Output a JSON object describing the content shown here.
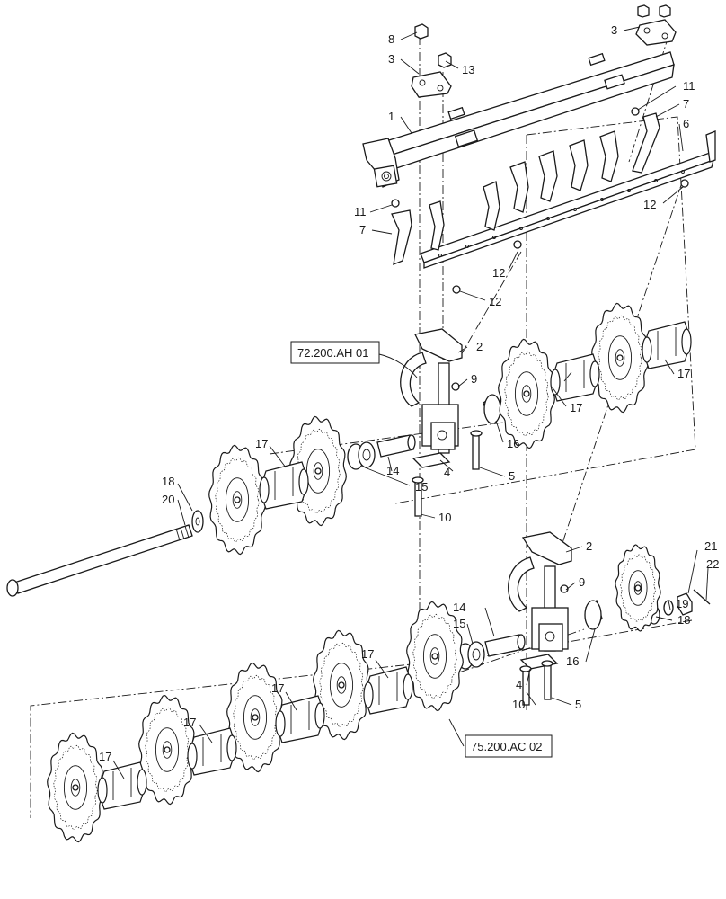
{
  "callouts": [
    "1",
    "2",
    "3",
    "4",
    "5",
    "6",
    "7",
    "8",
    "9",
    "10",
    "11",
    "12",
    "13",
    "14",
    "15",
    "16",
    "17",
    "18",
    "19",
    "20",
    "21",
    "22"
  ],
  "references": {
    "upper_gang": "72.200.AH 01",
    "lower_gang": "75.200.AC 02"
  }
}
